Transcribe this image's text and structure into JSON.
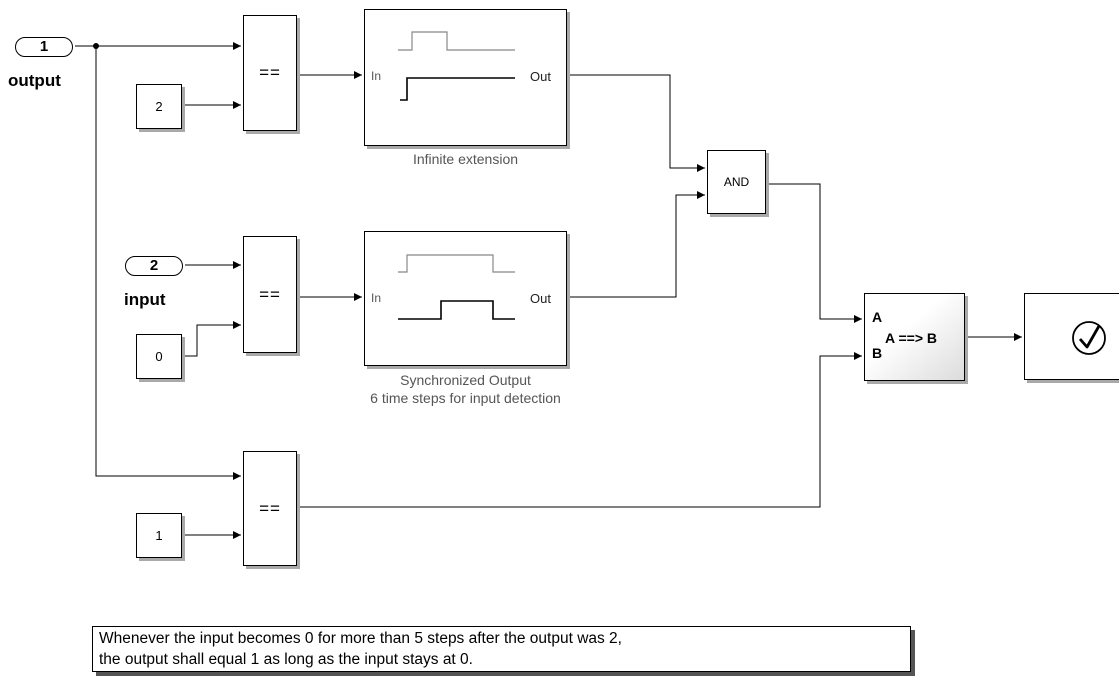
{
  "ports": {
    "output": {
      "number": "1",
      "label": "output"
    },
    "input": {
      "number": "2",
      "label": "input"
    }
  },
  "constants": {
    "c_top": "2",
    "c_mid": "0",
    "c_bottom": "1"
  },
  "relational_operator": {
    "symbol": "=="
  },
  "extenders": {
    "infinite": {
      "in_label": "In",
      "out_label": "Out",
      "caption": "Infinite extension"
    },
    "synchronized": {
      "in_label": "In",
      "out_label": "Out",
      "caption_line1": "Synchronized Output",
      "caption_line2": "6 time steps for input detection"
    }
  },
  "logic_block": {
    "label": "AND"
  },
  "implies_block": {
    "port_a": "A",
    "port_b": "B",
    "label": "A ==> B"
  },
  "assertion_block": {
    "icon": "check-circle-icon",
    "symbol": "✓"
  },
  "annotation": {
    "line1": "Whenever the input becomes 0 for more than 5 steps after the output was 2,",
    "line2": "the output shall equal 1 as long as the input stays at 0."
  }
}
